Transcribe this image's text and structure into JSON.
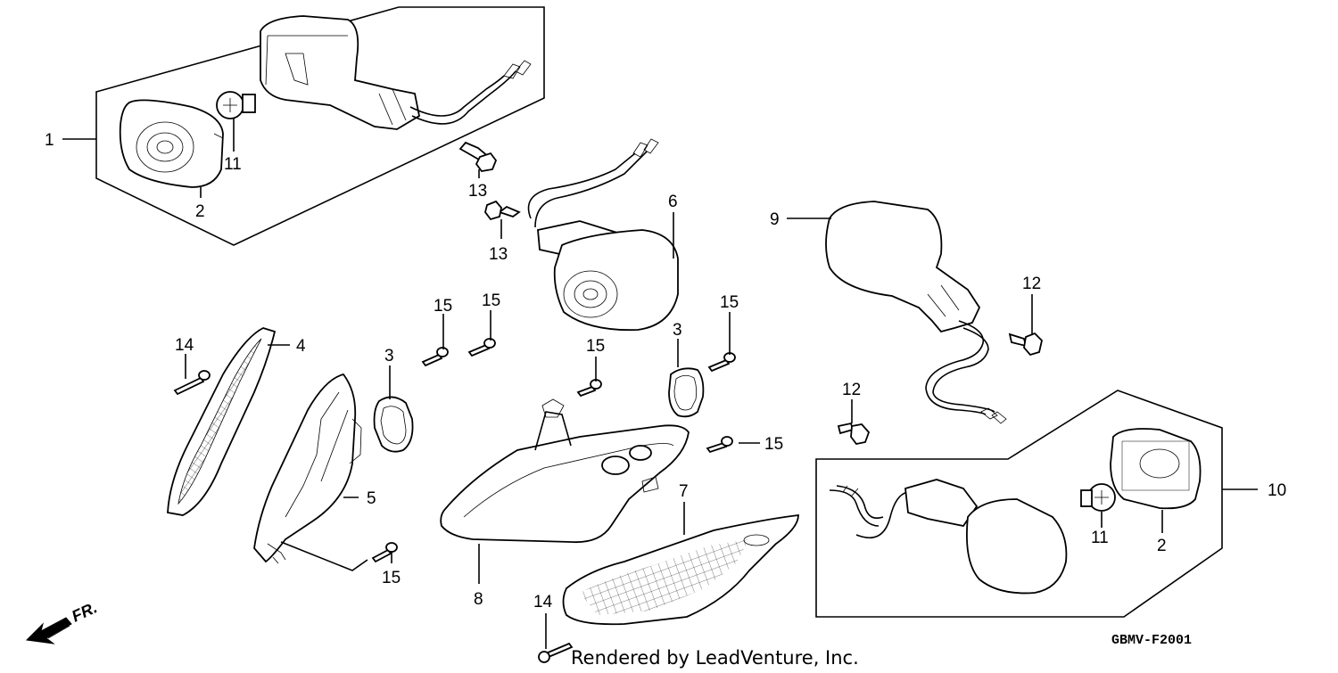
{
  "diagram": {
    "part_numbers": {
      "p1": "1",
      "p2_top": "2",
      "p11_top": "11",
      "p13_a": "13",
      "p13_b": "13",
      "p6": "6",
      "p9": "9",
      "p12_right": "12",
      "p15_a": "15",
      "p15_b": "15",
      "p15_c": "15",
      "p15_d": "15",
      "p15_e": "15",
      "p15_f": "15",
      "p14_left": "14",
      "p4": "4",
      "p3_left": "3",
      "p3_mid": "3",
      "p5": "5",
      "p12_mid": "12",
      "p8": "8",
      "p7": "7",
      "p14_bottom": "14",
      "p10": "10",
      "p11_bottom": "11",
      "p2_bottom": "2"
    },
    "front_indicator": "FR.",
    "diagram_code": "GBMV-F2001",
    "credit": "Rendered by LeadVenture, Inc."
  },
  "colors": {
    "ink": "#000000",
    "paper": "#ffffff"
  }
}
